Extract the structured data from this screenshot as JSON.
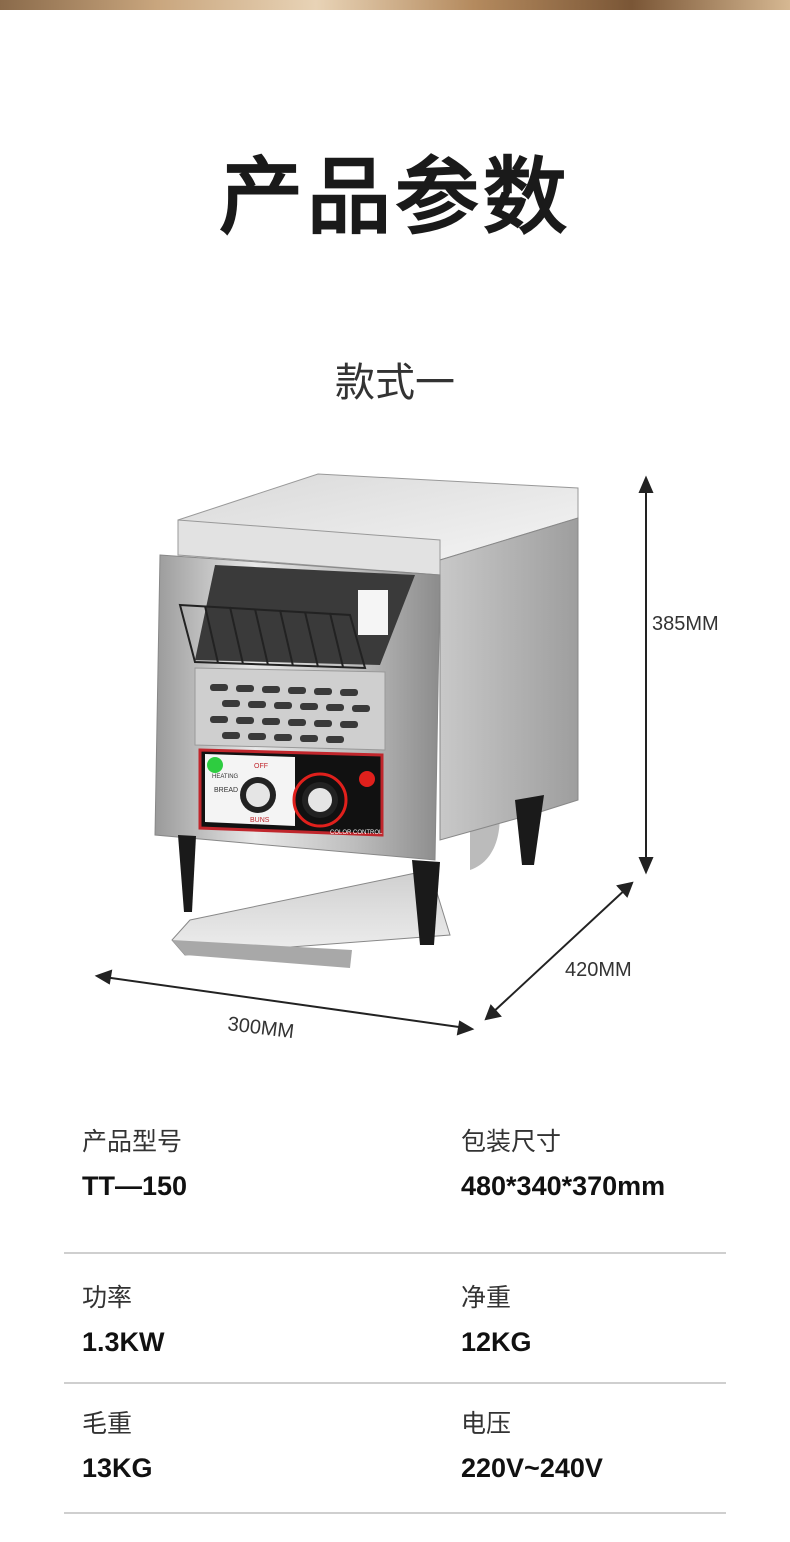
{
  "header": {
    "title": "产品参数"
  },
  "variant": {
    "label": "款式一"
  },
  "dimensions": {
    "height": "385MM",
    "depth": "420MM",
    "width": "300MM"
  },
  "specs": [
    {
      "left": {
        "label": "产品型号",
        "value": "TT—150"
      },
      "right": {
        "label": "包装尺寸",
        "value": "480*340*370mm"
      }
    },
    {
      "left": {
        "label": "功率",
        "value": "1.3KW"
      },
      "right": {
        "label": "净重",
        "value": "12KG"
      }
    },
    {
      "left": {
        "label": "毛重",
        "value": "13KG"
      },
      "right": {
        "label": "电压",
        "value": "220V~240V"
      }
    }
  ],
  "panel": {
    "heating": "HEATING",
    "off": "OFF",
    "bread": "BREAD",
    "buns": "BUNS",
    "color_control": "COLOR CONTROL"
  }
}
